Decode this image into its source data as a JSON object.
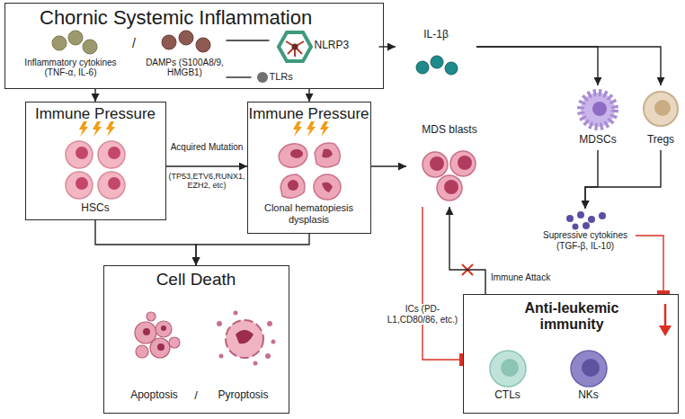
{
  "diagram": {
    "nodes": [
      {
        "text": [
          "Chornic Systemic Inflammation"
        ]
      },
      {
        "text": [
          "Inflammatory cytokines (TNF-α, IL-6)"
        ],
        "in": 0
      },
      {
        "text": [
          "DAMPs (S100A8/9, HMGB1)"
        ],
        "in": 0
      },
      {
        "text": [
          "NLRP3"
        ],
        "in": 0
      },
      {
        "text": [
          "TLRs"
        ],
        "in": 0
      },
      {
        "text": [
          "IL-1β"
        ]
      },
      {
        "text": [
          "Immune Pressure",
          "HSCs"
        ]
      },
      {
        "text": [
          "Immune Pressure",
          "Clonal hematopiesis dysplasis"
        ]
      },
      {
        "text": [
          "MDS blasts"
        ]
      },
      {
        "text": [
          "MDSCs"
        ]
      },
      {
        "text": [
          "Tregs"
        ]
      },
      {
        "text": [
          "Supressive cytokines (TGF-β, IL-10)"
        ]
      },
      {
        "text": [
          "Cell Death",
          "Apoptosis",
          "Pyroptosis"
        ]
      },
      {
        "text": [
          "Anti-leukemic immunity"
        ]
      },
      {
        "text": [
          "CTLs"
        ],
        "in": 13
      },
      {
        "text": [
          "NKs"
        ],
        "in": 13
      }
    ],
    "edges": [
      {
        "from": 0,
        "to": 6,
        "arrow": "to"
      },
      {
        "from": 0,
        "to": 7,
        "arrow": "to"
      },
      {
        "from": 2,
        "to": 3,
        "arrow": "none"
      },
      {
        "from": 2,
        "to": 4,
        "arrow": "none"
      },
      {
        "from": 3,
        "to": 5,
        "arrow": "to"
      },
      {
        "from": 5,
        "to": 9,
        "arrow": "to"
      },
      {
        "from": 5,
        "to": 10,
        "arrow": "to"
      },
      {
        "from": 6,
        "to": 7,
        "label": "Acquired Mutation",
        "arrow": "to"
      },
      {
        "from": 7,
        "to": 8,
        "arrow": "to"
      },
      {
        "from": 6,
        "to": 12,
        "arrow": "to"
      },
      {
        "from": 7,
        "to": 12,
        "arrow": "to"
      },
      {
        "from": 9,
        "to": 11,
        "arrow": "to"
      },
      {
        "from": 10,
        "to": 11,
        "arrow": "to"
      },
      {
        "from": 11,
        "to": 13,
        "arrow": "to"
      },
      {
        "from": 13,
        "to": 8,
        "label": "Immune Attack",
        "arrow": "to"
      },
      {
        "from": 8,
        "to": 13,
        "label": "ICs (PD-L1,CD80/86, etc.)",
        "arrow": "to"
      }
    ],
    "labels": [
      "/",
      "(TP53,ETV6,RUNX1, EZH2, etc)",
      "/"
    ]
  }
}
